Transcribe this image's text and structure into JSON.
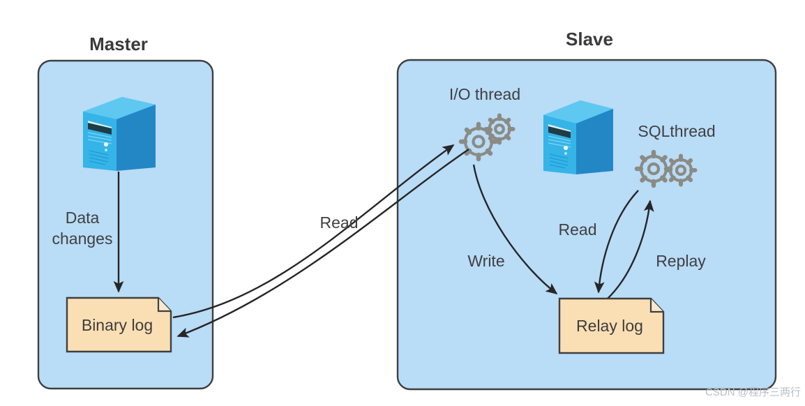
{
  "diagram": {
    "title_master": "Master",
    "title_slave": "Slave",
    "colors": {
      "panel_fill": "#b9dcf7",
      "panel_stroke": "#3f3f3f",
      "log_fill": "#fbdfb4",
      "log_stroke": "#3f3f3f",
      "server_front": "#35b4e8",
      "server_side": "#2387c6",
      "server_top": "#5ec8f0",
      "gear_stroke": "#8b8b84",
      "arrow": "#262626",
      "text": "#3d3d3d",
      "watermark": "#b9c0c7"
    },
    "master": {
      "panel_name": "Master",
      "server_icon": "server-tower-icon",
      "log_box": "Binary log",
      "edge_label": "Data changes",
      "edge_label_line1": "Data",
      "edge_label_line2": "changes"
    },
    "slave": {
      "panel_name": "Slave",
      "server_icon": "server-tower-icon",
      "io_thread_label": "I/O thread",
      "io_thread_icon": "gears-icon",
      "sql_thread_label": "SQLthread",
      "sql_thread_icon": "gears-icon",
      "log_box": "Relay log",
      "edge_write": "Write",
      "edge_read": "Read",
      "edge_replay": "Replay"
    },
    "cross_edge": {
      "read_label": "Read"
    },
    "watermark": "CSDN @程序三两行"
  }
}
